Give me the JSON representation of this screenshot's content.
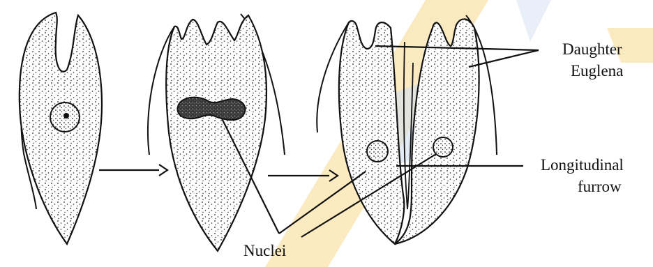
{
  "figure": {
    "labels": {
      "daughter_line1": "Daughter",
      "daughter_line2": "Euglena",
      "longitudinal_line1": "Longitudinal",
      "longitudinal_line2": "furrow",
      "nuclei": "Nuclei"
    },
    "stages": [
      "single-cell-stage",
      "nucleus-dividing-stage",
      "two-daughter-cells-stage"
    ],
    "colors": {
      "ink": "#111111",
      "nucleus_fill": "#555555",
      "watermark_yellow": "#f6c24a",
      "watermark_blue": "#7fa6d9"
    }
  }
}
